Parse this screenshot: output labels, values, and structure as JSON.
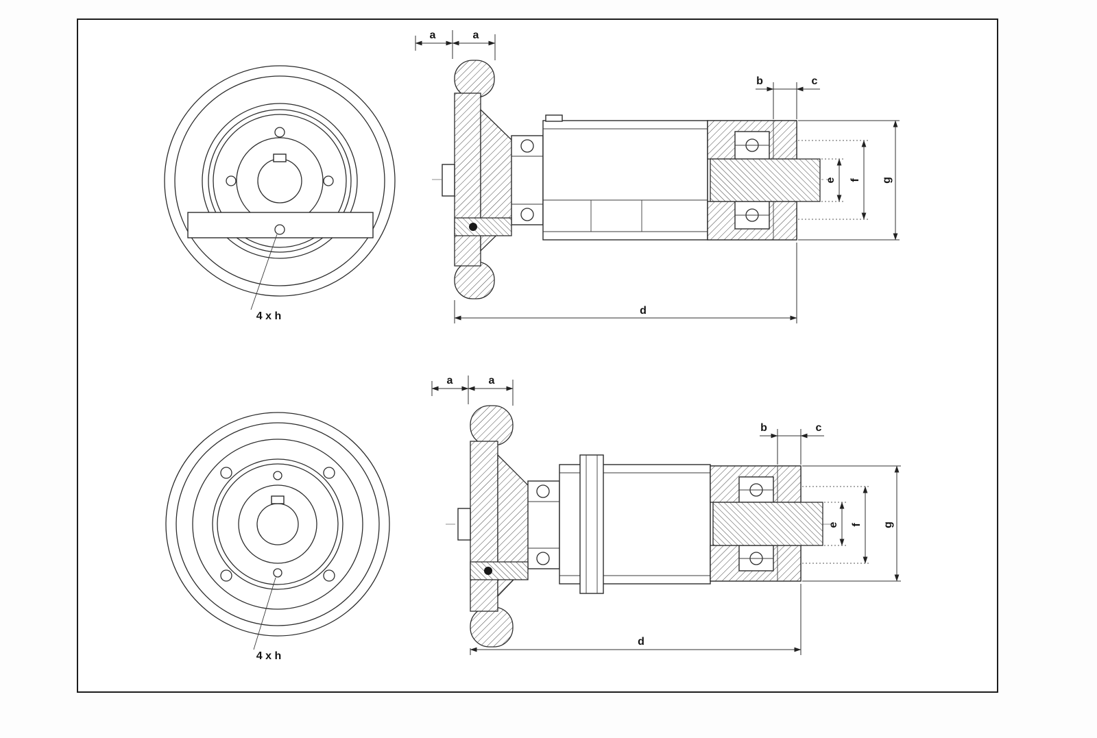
{
  "page": {
    "background_color": "#fdfdfd",
    "sheet_color": "#ffffff",
    "line_color": "#2b2b2b"
  },
  "top_view": {
    "hole_note": "4 x h",
    "dim_a1": "a",
    "dim_a2": "a",
    "dim_b": "b",
    "dim_c": "c",
    "dim_d": "d",
    "dim_e": "e",
    "dim_f": "f",
    "dim_g": "g"
  },
  "bottom_view": {
    "hole_note": "4 x h",
    "dim_a1": "a",
    "dim_a2": "a",
    "dim_b": "b",
    "dim_c": "c",
    "dim_d": "d",
    "dim_e": "e",
    "dim_f": "f",
    "dim_g": "g"
  }
}
